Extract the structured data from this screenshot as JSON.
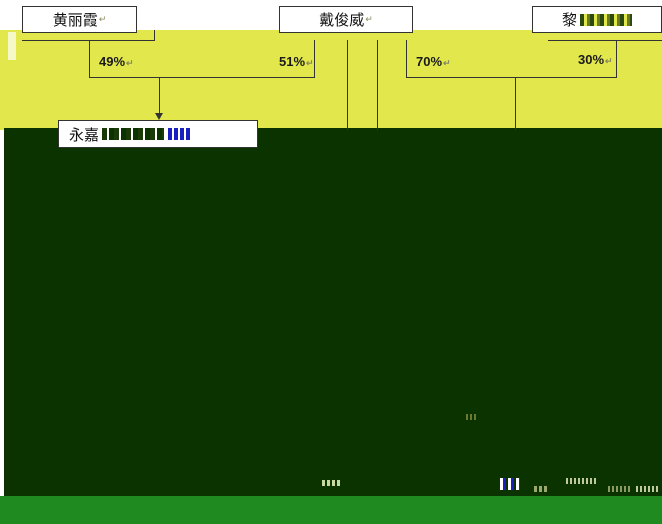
{
  "diagram": {
    "nodes": {
      "huang_lixia": "黄丽霞",
      "dai_junwei": "戴俊威",
      "li_partial": "黎",
      "yongjia_partial": "永嘉"
    },
    "edge_labels": {
      "huang_to_yongjia": "49%",
      "dai_to_yongjia": "51%",
      "dai_to_right": "70%",
      "li_to_right": "30%"
    },
    "paragraph_mark": "↵"
  },
  "colors": {
    "band": "#e2e84c",
    "dark": "#0a3300",
    "strip": "#1f8a1f"
  }
}
